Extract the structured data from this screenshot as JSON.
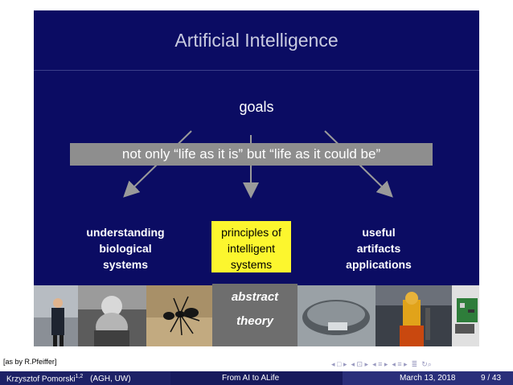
{
  "slide": {
    "title": "Artificial Intelligence",
    "goals_label": "goals",
    "banner": "not only “life as it is” but “life as it could be”",
    "goal_left": [
      "understanding",
      "biological",
      "systems"
    ],
    "goal_center": [
      "principles of",
      "intelligent",
      "systems"
    ],
    "goal_right": [
      "useful",
      "artifacts",
      "applications"
    ],
    "abstract": [
      "abstract",
      "theory"
    ]
  },
  "credit": "[as by R.Pfeiffer]",
  "footer": {
    "author": "Krzysztof Pomorski",
    "author_sup": "1,2",
    "affiliation": "(AGH, UW)",
    "talk_title": "From AI to ALife",
    "date": "March 13, 2018",
    "page": "9 / 43"
  },
  "colors": {
    "slide_bg": "#0b0c63",
    "highlight": "#fcf62e",
    "banner": "#8e8e8e",
    "footer": "#171a5c"
  }
}
